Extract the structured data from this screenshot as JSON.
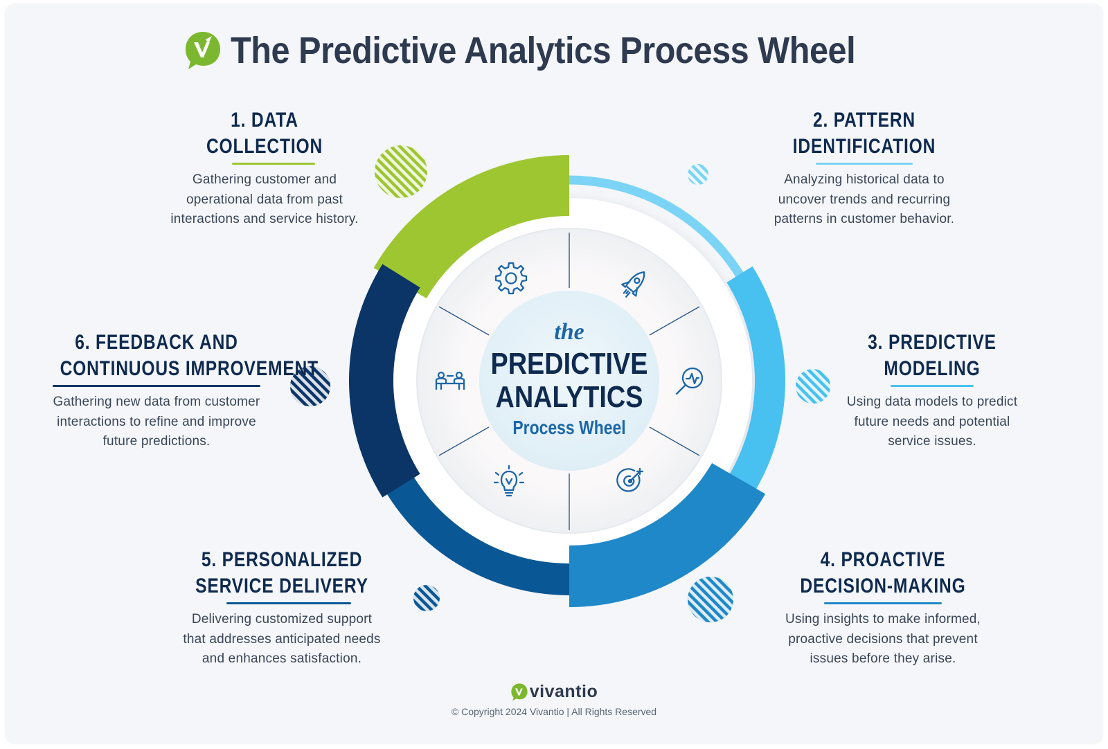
{
  "title": "The Predictive Analytics Process Wheel",
  "center": {
    "line1": "the",
    "line2": "PREDICTIVE",
    "line3": "ANALYTICS",
    "line4": "Process Wheel"
  },
  "stages": [
    {
      "title_lines": [
        "1. DATA",
        "COLLECTION"
      ],
      "desc_lines": [
        "Gathering customer and",
        "operational data from past",
        "interactions and service history."
      ],
      "color": "#9dc631",
      "icon": "gear-icon"
    },
    {
      "title_lines": [
        "2. PATTERN",
        "IDENTIFICATION"
      ],
      "desc_lines": [
        "Analyzing historical data to",
        "uncover trends and recurring",
        "patterns in customer behavior."
      ],
      "color": "#7bd4f5",
      "icon": "rocket-icon"
    },
    {
      "title_lines": [
        "3. PREDICTIVE",
        "MODELING"
      ],
      "desc_lines": [
        "Using data models to predict",
        "future needs and potential",
        "service issues."
      ],
      "color": "#48c0f0",
      "icon": "analytics-magnifier-icon"
    },
    {
      "title_lines": [
        "4. PROACTIVE",
        "DECISION-MAKING"
      ],
      "desc_lines": [
        "Using insights to make informed,",
        "proactive decisions that prevent",
        "issues before they arise."
      ],
      "color": "#1f88c8",
      "icon": "target-icon"
    },
    {
      "title_lines": [
        "5. PERSONALIZED",
        "SERVICE DELIVERY"
      ],
      "desc_lines": [
        "Delivering customized support",
        "that addresses anticipated needs",
        "and enhances satisfaction."
      ],
      "color": "#0a5796",
      "icon": "lightbulb-icon"
    },
    {
      "title_lines": [
        "6. FEEDBACK AND",
        "CONTINUOUS IMPROVEMENT"
      ],
      "desc_lines": [
        "Gathering new data from customer",
        "interactions to refine and improve",
        "future predictions."
      ],
      "color": "#0b3567",
      "icon": "team-collaboration-icon"
    }
  ],
  "footer": {
    "brand": "vivantio",
    "copyright": "© Copyright 2024 Vivantio | All Rights Reserved"
  }
}
